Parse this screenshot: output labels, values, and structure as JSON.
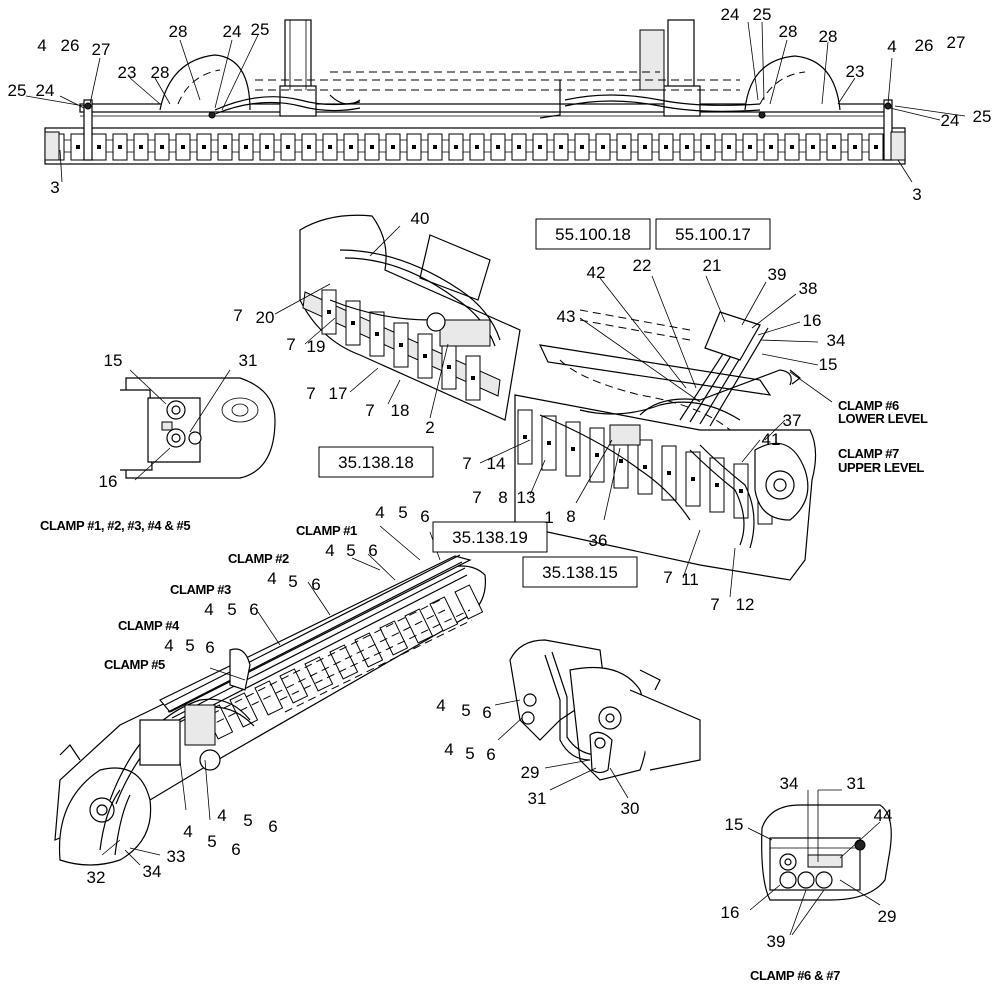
{
  "reference_boxes": [
    "55.100.18",
    "55.100.17",
    "35.138.18",
    "35.138.19",
    "35.138.15"
  ],
  "clamp_notes": {
    "clamp_1_5": "CLAMP #1, #2, #3, #4 & #5",
    "clamp_1": "CLAMP #1",
    "clamp_2": "CLAMP #2",
    "clamp_3": "CLAMP #3",
    "clamp_4": "CLAMP #4",
    "clamp_5": "CLAMP #5",
    "clamp_6": "CLAMP #6",
    "lower_level": "LOWER LEVEL",
    "clamp_7": "CLAMP #7",
    "upper_level": "UPPER LEVEL",
    "clamp_6_7": "CLAMP #6 & #7"
  },
  "callouts": {
    "top": [
      "4",
      "26",
      "27",
      "28",
      "24",
      "25",
      "23",
      "28",
      "25",
      "24",
      "3",
      "24",
      "25",
      "28",
      "28",
      "4",
      "26",
      "27",
      "23",
      "24",
      "25",
      "3"
    ],
    "mid_left": [
      "40",
      "7",
      "20",
      "7",
      "19",
      "7",
      "17",
      "7",
      "18",
      "2"
    ],
    "mid_right": [
      "42",
      "22",
      "21",
      "39",
      "38",
      "16",
      "34",
      "43",
      "15",
      "37",
      "41",
      "7",
      "14",
      "7",
      "8",
      "13",
      "8",
      "1",
      "36",
      "7",
      "11",
      "7",
      "12"
    ],
    "detail_left": [
      "15",
      "31",
      "16"
    ],
    "clamps": [
      "4",
      "5",
      "6",
      "4",
      "5",
      "6",
      "4",
      "5",
      "6",
      "4",
      "5",
      "6",
      "4",
      "5",
      "6"
    ],
    "bottom_left": [
      "4",
      "5",
      "6",
      "4",
      "5",
      "6",
      "32",
      "34",
      "33"
    ],
    "bottom_mid": [
      "4",
      "5",
      "6",
      "4",
      "5",
      "6",
      "29",
      "31",
      "30"
    ],
    "detail_right": [
      "34",
      "31",
      "15",
      "44",
      "16",
      "29",
      "39"
    ]
  }
}
